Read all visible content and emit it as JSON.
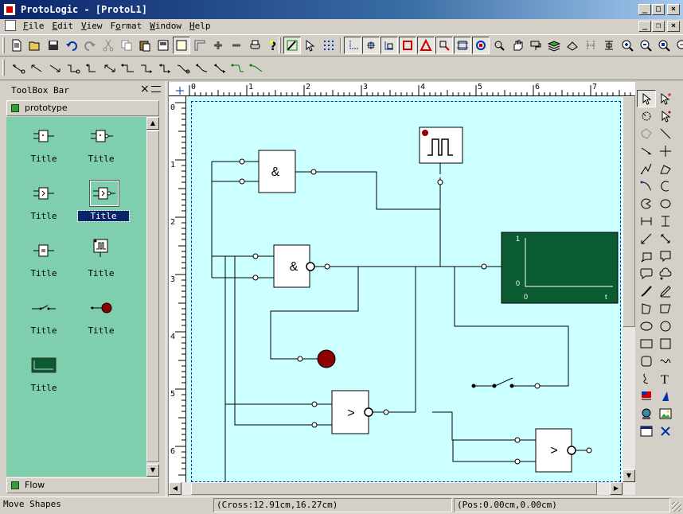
{
  "window": {
    "title": "ProtoLogic - [ProtoL1]",
    "menu_items": [
      {
        "label": "File",
        "key": "F"
      },
      {
        "label": "Edit",
        "key": "E"
      },
      {
        "label": "View",
        "key": "V"
      },
      {
        "label": "Format",
        "key": "o"
      },
      {
        "label": "Window",
        "key": "W"
      },
      {
        "label": "Help",
        "key": "H"
      }
    ]
  },
  "toolbox": {
    "title": "ToolBox Bar",
    "close_glyph": "×",
    "category_top": "prototype",
    "category_bottom": "Flow",
    "items": [
      {
        "label": "Title",
        "icon": "and-gate-small-icon"
      },
      {
        "label": "Title",
        "icon": "nand-gate-small-icon"
      },
      {
        "label": "Title",
        "icon": "comparator-small-icon"
      },
      {
        "label": "Title",
        "icon": "inverting-comparator-small-icon",
        "selected": true
      },
      {
        "label": "Title",
        "icon": "equal-gate-small-icon"
      },
      {
        "label": "Title",
        "icon": "pulse-generator-small-icon"
      },
      {
        "label": "Title",
        "icon": "switch-small-icon"
      },
      {
        "label": "Title",
        "icon": "lamp-small-icon"
      },
      {
        "label": "Title",
        "icon": "scope-small-icon"
      }
    ]
  },
  "canvas": {
    "ruler_top": [
      "0",
      "1",
      "2",
      "3",
      "4",
      "5",
      "6",
      "7"
    ],
    "ruler_left": [
      "0",
      "1",
      "2",
      "3",
      "4",
      "5",
      "6"
    ],
    "gate_and_label": "&",
    "gate_nand_label": "&",
    "comparator_label": ">",
    "comparator2_label": ">",
    "scope": {
      "y_max": "1",
      "y_min": "0",
      "x_min": "0",
      "x_max": "t"
    }
  },
  "status": {
    "message": "Move Shapes",
    "cross": "(Cross:12.91cm,16.27cm)",
    "pos": "(Pos:0.00cm,0.00cm)"
  },
  "colors": {
    "canvas_bg": "#ccffff",
    "toolbox_bg": "#7fcfae",
    "scope_bg": "#0a5a32",
    "lamp": "#8b0000",
    "selection": "#0a246a"
  }
}
